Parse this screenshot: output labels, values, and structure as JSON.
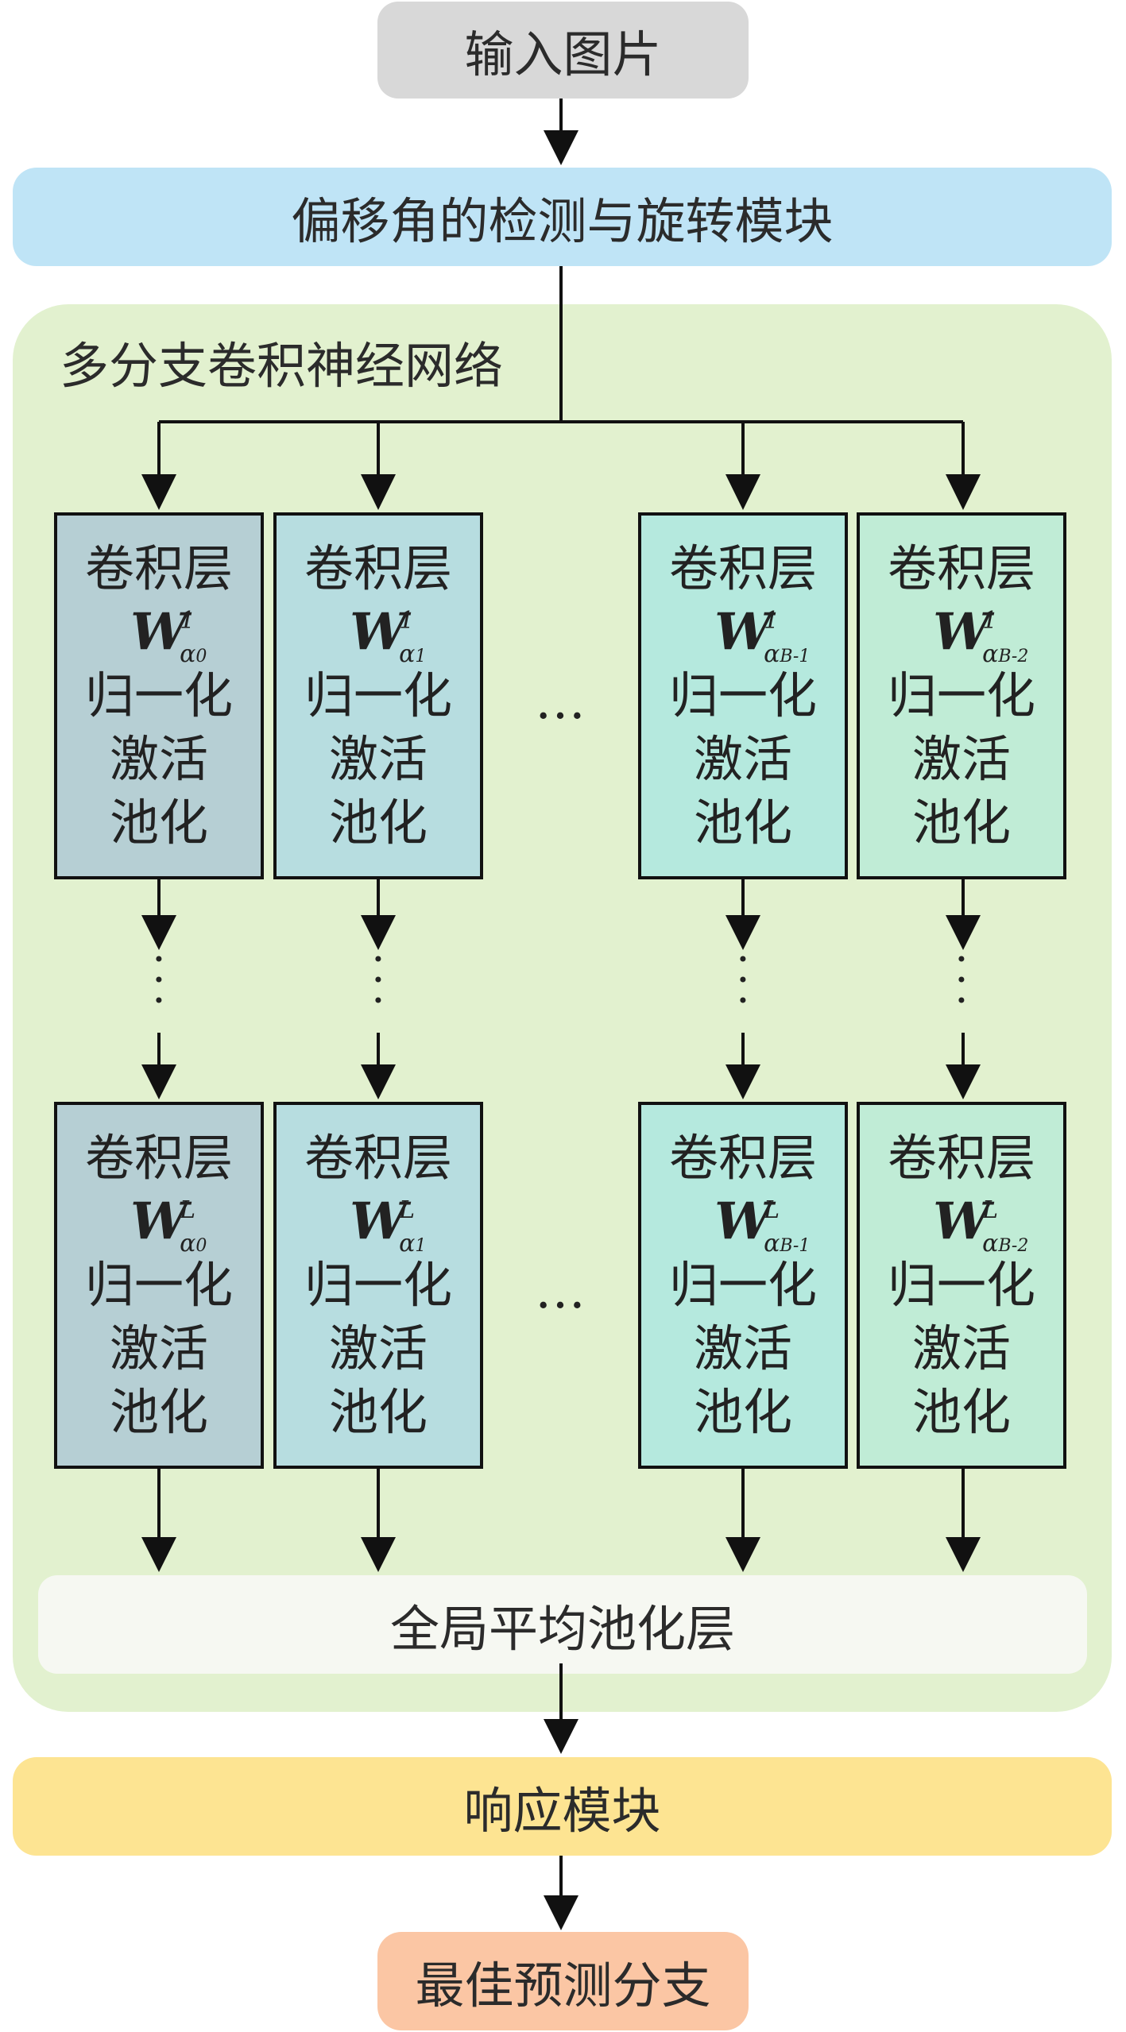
{
  "nodes": {
    "input": "输入图片",
    "rotation_module": "偏移角的检测与旋转模块",
    "network_title": "多分支卷积神经网络",
    "gap_layer": "全局平均池化层",
    "response_module": "响应模块",
    "best_branch": "最佳预测分支"
  },
  "layer_labels": {
    "conv": "卷积层",
    "norm": "归一化",
    "act": "激活",
    "pool": "池化",
    "weight_symbol": "W"
  },
  "columns": [
    {
      "sub_base": "α",
      "sub_index": "0"
    },
    {
      "sub_base": "α",
      "sub_index": "1"
    },
    {
      "sub_base": "α",
      "sub_index": "B-1"
    },
    {
      "sub_base": "α",
      "sub_index": "B-2"
    }
  ],
  "rows": [
    {
      "superscript": "1"
    },
    {
      "superscript": "L"
    }
  ],
  "ellipsis": "…",
  "colors": {
    "input": "#d8d8d8",
    "rotation_module": "#bfe4f6",
    "network": "#e2f1cf",
    "gap_layer": "#f6f8f2",
    "response_module": "#fde492",
    "best_branch": "#fbc6a4",
    "branch_0": "#b6cfd4",
    "branch_1": "#b7dde0",
    "branch_2": "#b5e9de",
    "branch_3": "#c0ecd6"
  }
}
